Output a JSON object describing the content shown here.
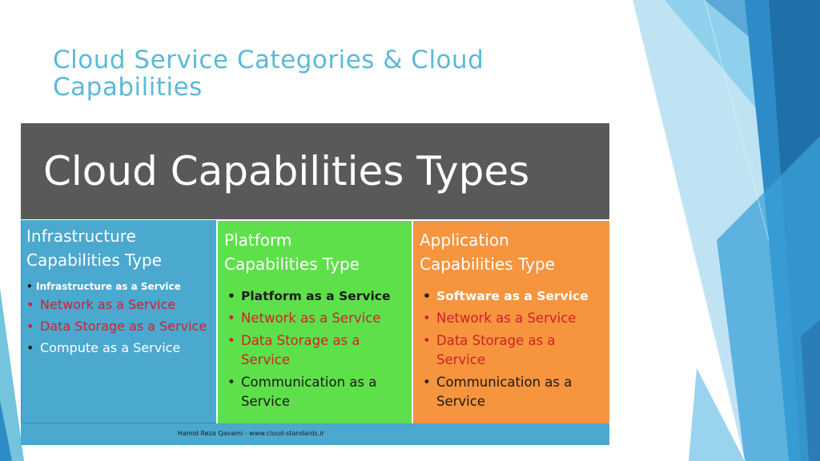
{
  "slide": {
    "title": "Cloud Service Categories & Cloud Capabilities",
    "header": "Cloud Capabilities Types",
    "columns": [
      {
        "title_line1": "Infrastructure",
        "title_line2": "Capabilities Type",
        "items": [
          "Infrastructure as a Service",
          "Network as a Service",
          "Data Storage as a Service",
          "Compute as a Service"
        ]
      },
      {
        "title_line1": "Platform",
        "title_line2": "Capabilities Type",
        "items": [
          "Platform as a Service",
          "Network as a Service",
          "Data Storage as a Service",
          "Communication as a Service"
        ]
      },
      {
        "title_line1": "Application",
        "title_line2": "Capabilities Type",
        "items": [
          "Software as a Service",
          "Network as a Service",
          "Data Storage as a Service",
          "Communication as a Service"
        ]
      }
    ],
    "footer": "Hamid Reza Qavami - www.cloud-standards.ir"
  },
  "colors": {
    "title": "#5bbad6",
    "header_bg": "#595959",
    "infra_bg": "#4ba8cf",
    "platform_bg": "#5ee04a",
    "application_bg": "#f7943e",
    "highlight_red": "#d0202a",
    "footer_bg": "#4ba8cf"
  }
}
